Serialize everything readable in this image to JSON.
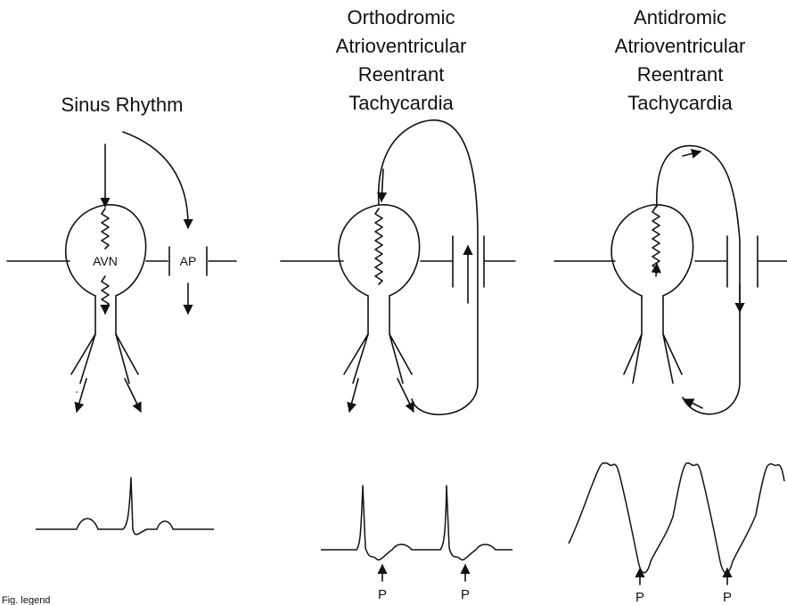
{
  "panels": [
    {
      "title_lines": [
        "Sinus Rhythm"
      ]
    },
    {
      "title_lines": [
        "Orthodromic",
        "Atrioventricular",
        "Reentrant",
        "Tachycardia"
      ]
    },
    {
      "title_lines": [
        "Antidromic",
        "Atrioventricular",
        "Reentrant",
        "Tachycardia"
      ]
    }
  ],
  "labels": {
    "avn": "AVN",
    "ap": "AP",
    "p_wave": "P"
  },
  "footer": "Fig. legend"
}
